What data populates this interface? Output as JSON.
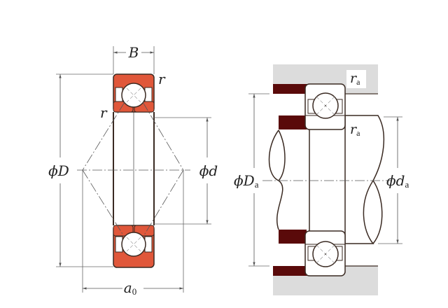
{
  "title": "Four-point contact ball bearing dimensions and mounting",
  "colors": {
    "ring_fill": "#e0573a",
    "ring_outline": "#3a2a22",
    "shoulder_fill": "#5a0a0a",
    "housing_fill": "#dcdcdc",
    "line": "#3a2a22",
    "dim_line": "#555555"
  },
  "bearing_view": {
    "labels": {
      "width": "B",
      "outer_diameter_symbol": "ϕ",
      "outer_diameter": "D",
      "bore_symbol": "ϕ",
      "bore": "d",
      "chamfer_top": "r",
      "chamfer_inner": "r",
      "load_center": "a",
      "load_center_sub": "0"
    }
  },
  "mounting_view": {
    "labels": {
      "housing_fillet": "r",
      "housing_fillet_sub": "a",
      "shaft_fillet": "r",
      "shaft_fillet_sub": "a",
      "housing_shoulder_symbol": "ϕ",
      "housing_shoulder": "D",
      "housing_shoulder_sub": "a",
      "shaft_shoulder_symbol": "ϕ",
      "shaft_shoulder": "d",
      "shaft_shoulder_sub": "a"
    }
  }
}
